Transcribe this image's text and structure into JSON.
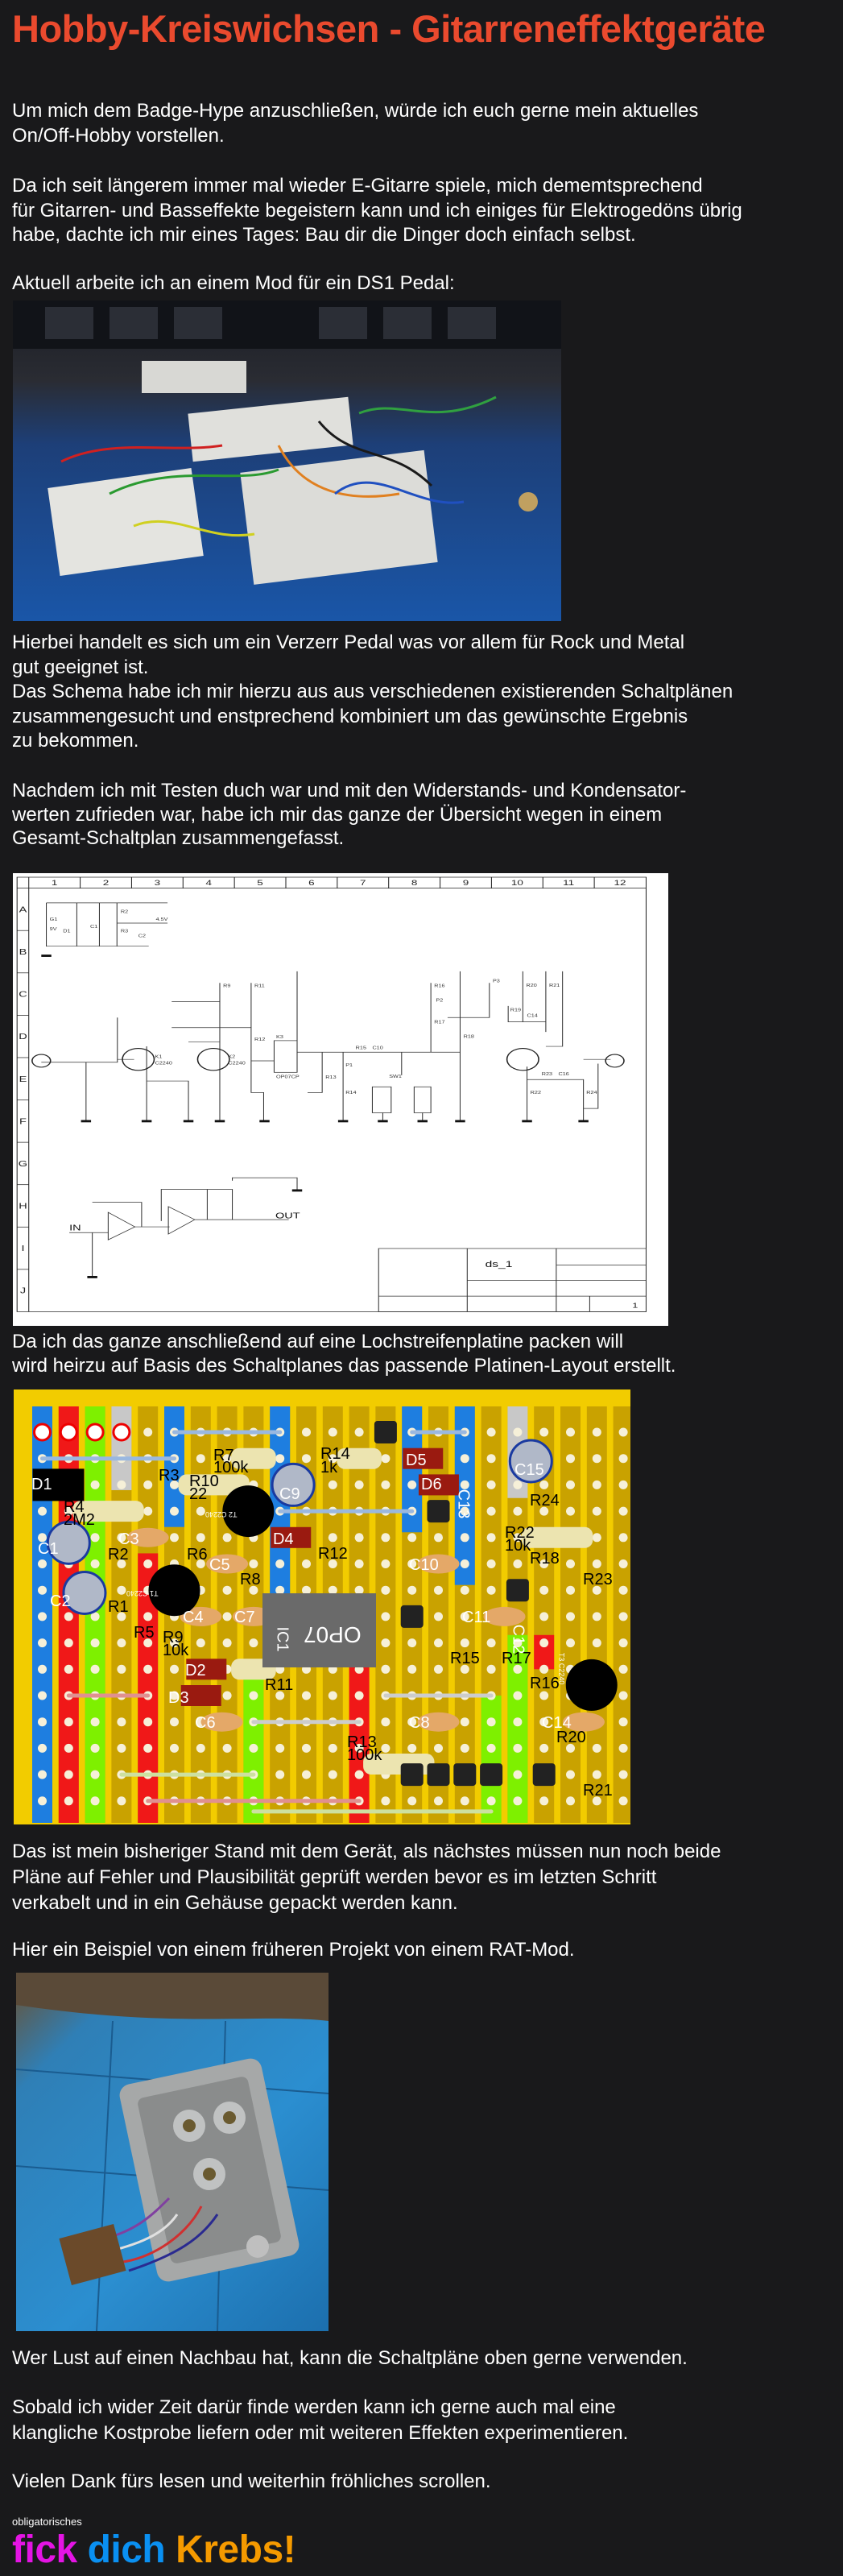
{
  "header": {
    "title": "Hobby-Kreiswichsen - Gitarreneffektgeräte"
  },
  "paragraphs": {
    "intro": [
      "Um mich dem Badge-Hype anzuschließen, würde ich euch gerne mein aktuelles",
      "On/Off-Hobby vorstellen."
    ],
    "guitar": [
      "Da ich seit längerem immer mal wieder E-Gitarre spiele, mich dememtsprechend",
      "für Gitarren- und Basseffekte begeistern kann und ich einiges für Elektrogedöns übrig",
      "habe, dachte ich mir eines Tages: Bau dir die Dinger doch einfach selbst."
    ],
    "current": [
      "Aktuell arbeite ich an einem Mod für ein DS1 Pedal:"
    ],
    "pedal": [
      "Hierbei handelt es sich um ein Verzerr Pedal was vor allem für Rock und Metal",
      "gut geeignet ist.",
      "Das Schema habe ich mir hierzu aus aus verschiedenen existierenden Schaltplänen",
      "zusammengesucht und enstprechend kombiniert um das gewünschte Ergebnis",
      "zu bekommen."
    ],
    "testing": [
      "Nachdem ich mit Testen duch war und mit den Widerstands- und Kondensator-",
      "werten zufrieden war, habe ich mir das ganze der Übersicht wegen in einem",
      "Gesamt-Schaltplan zusammengefasst."
    ],
    "stripboard": [
      "Da ich das ganze anschließend auf eine Lochstreifenplatine packen will",
      "wird heirzu auf Basis des Schaltplanes das passende Platinen-Layout erstellt."
    ],
    "status": [
      "Das ist mein bisheriger Stand mit dem Gerät, als nächstes müssen nun noch beide",
      "Pläne auf Fehler und Plausibilität geprüft werden bevor es im letzten Schritt",
      "verkabelt und in ein Gehäuse gepackt werden kann."
    ],
    "example": [
      "Hier ein Beispiel von einem früheren Projekt von einem RAT-Mod."
    ],
    "rebuild": [
      "Wer Lust auf einen Nachbau hat, kann die Schaltpläne oben gerne verwenden."
    ],
    "later": [
      "Sobald ich wider Zeit darür finde werden kann ich gerne auch mal eine",
      "klangliche Kostprobe liefern oder mit weiteren Effekten experimentieren."
    ],
    "thanks": [
      "Vielen Dank fürs lesen und weiterhin fröhliches scrollen."
    ]
  },
  "schematic": {
    "columns": [
      "1",
      "2",
      "3",
      "4",
      "5",
      "6",
      "7",
      "8",
      "9",
      "10",
      "11",
      "12"
    ],
    "rows": [
      "A",
      "B",
      "C",
      "D",
      "E",
      "F",
      "G",
      "H",
      "I",
      "J"
    ],
    "in_label": "IN",
    "out_label": "OUT",
    "title": "ds_1",
    "sheet": "1",
    "parts": [
      "K1",
      "C2240",
      "K2",
      "C2240",
      "K3",
      "OP07CP",
      "R9",
      "R11",
      "R12",
      "R13",
      "R14",
      "P1",
      "R15",
      "C10",
      "SW1",
      "R16",
      "R17",
      "R18",
      "P2",
      "P3",
      "R19",
      "R20",
      "R21",
      "C14",
      "R23",
      "C16",
      "R22",
      "R24",
      "D1",
      "C1",
      "C2",
      "R2",
      "R3",
      "G1",
      "9V",
      "4.5V"
    ]
  },
  "board": {
    "labels": [
      "D1",
      "R4",
      "2M2",
      "C1",
      "R2",
      "C2",
      "R1",
      "C3",
      "R3",
      "R10",
      "22",
      "R7",
      "100k",
      "R14",
      "1k",
      "C9",
      "D5",
      "D6",
      "C13",
      "C15",
      "R24",
      "R22",
      "10k",
      "R18",
      "R6",
      "C5",
      "R8",
      "D4",
      "R12",
      "C10",
      "R23",
      "C4",
      "C7",
      "R5",
      "R9",
      "10k",
      "D2",
      "D3",
      "C6",
      "R11",
      "OP07",
      "IC1",
      "C11",
      "R15",
      "R17",
      "C12",
      "R16",
      "C8",
      "C14",
      "R20",
      "R13",
      "100k",
      "R21",
      "T1 C2240",
      "T2 C2240",
      "T3 C2240"
    ]
  },
  "footer": {
    "small": "obligatorisches",
    "word1": "fick",
    "word2": "dich",
    "word3": "Krebs!"
  },
  "colors": {
    "title": "#ea4a2e",
    "background": "#19191b",
    "word1": "#e414e4",
    "word2": "#0a90f2",
    "word3": "#f59a00"
  }
}
